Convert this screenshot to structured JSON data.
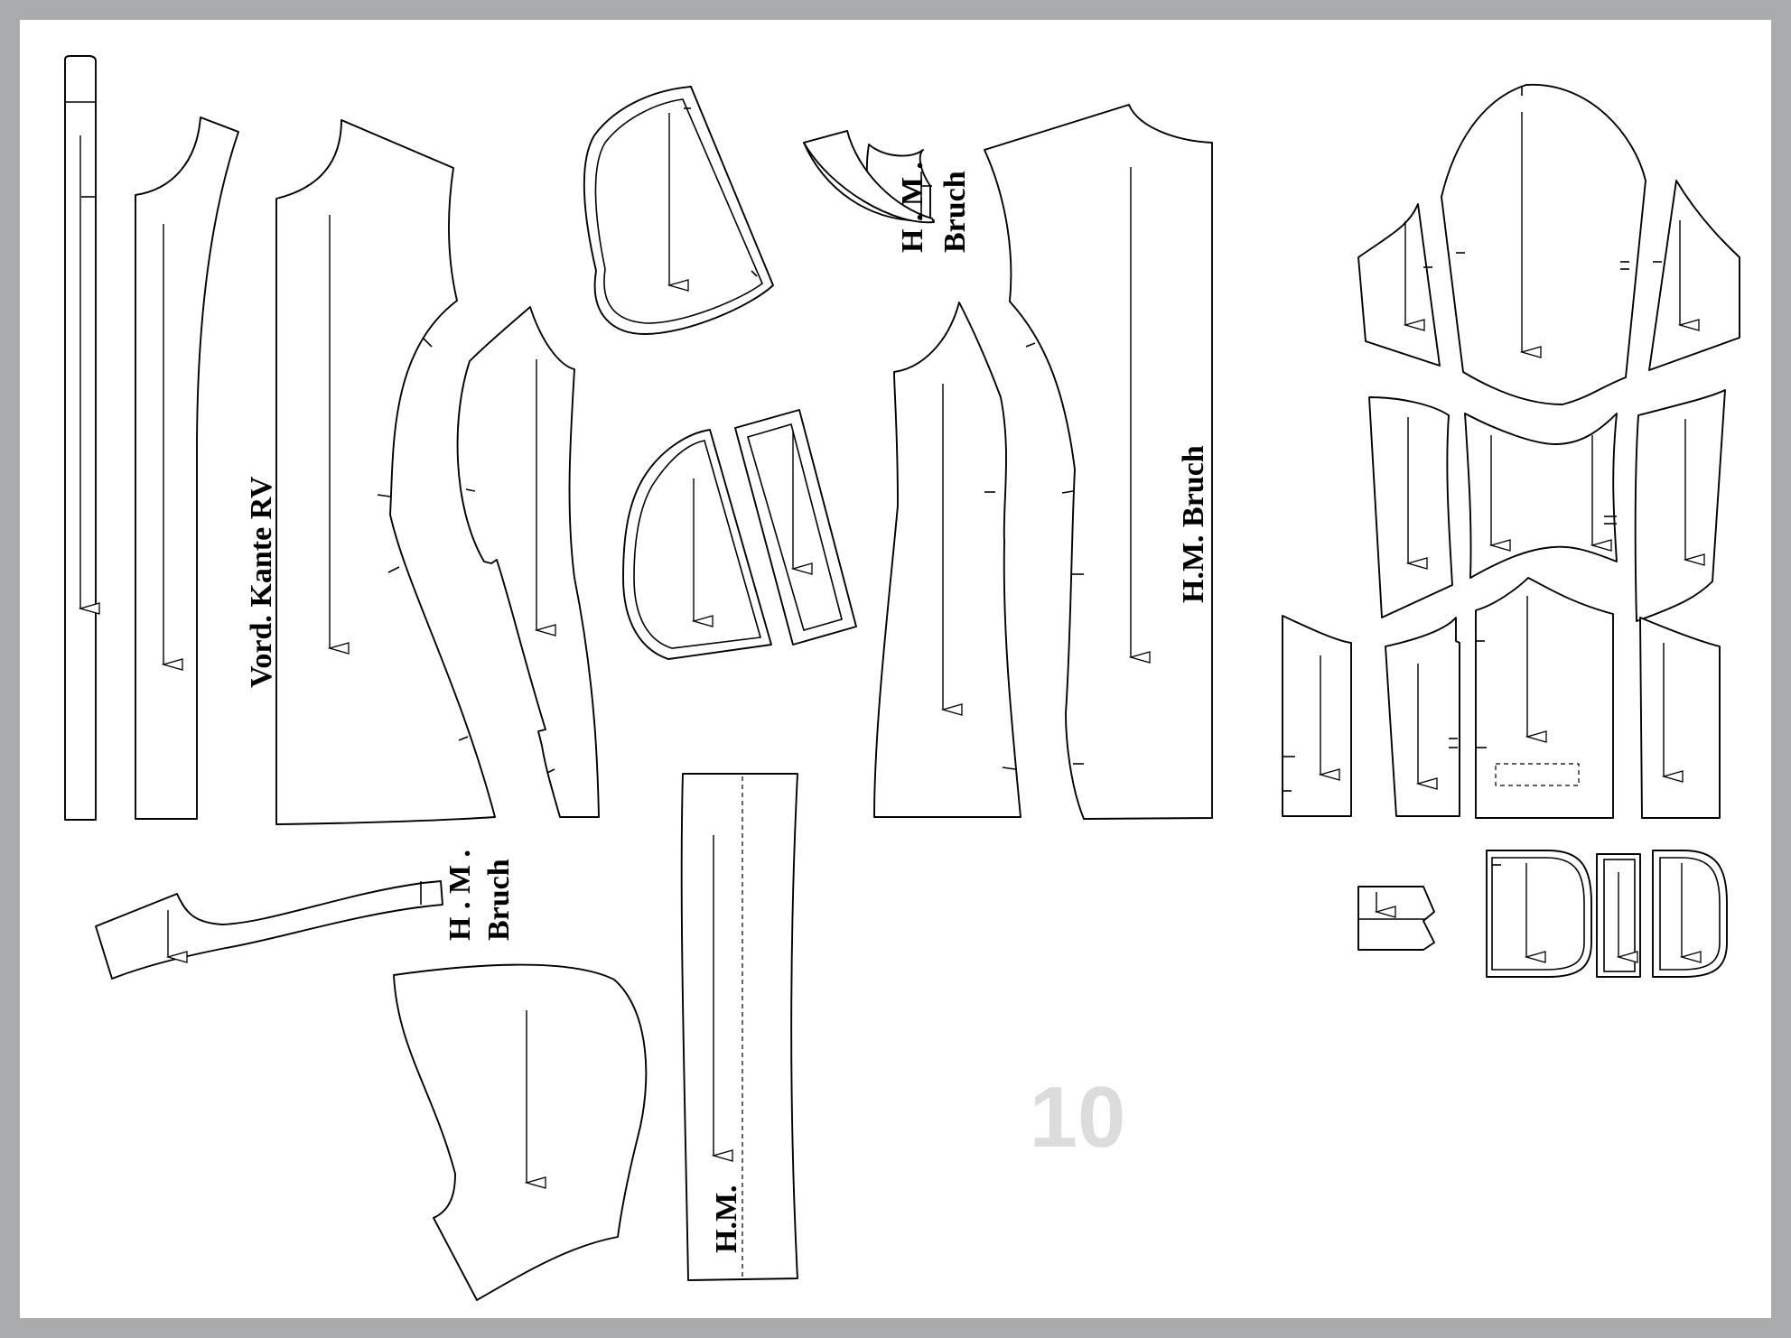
{
  "colors": {
    "frame": "#a9abad",
    "page_number": "#dcdcdc",
    "line": "#000000"
  },
  "page_number": "10",
  "labels": {
    "front_edge": "Vord. Kante RV",
    "cb_fold": "H.M. Bruch",
    "cb": "H.M.",
    "hm_dot": "H . M .",
    "bruch": "Bruch"
  },
  "icon": "grainline-arrow"
}
